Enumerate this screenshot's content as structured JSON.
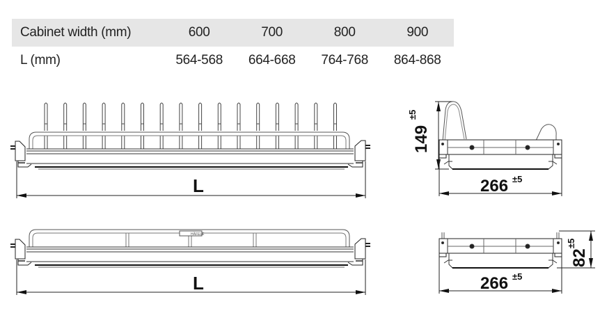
{
  "spec_table": {
    "header": {
      "label": "Cabinet width (mm)",
      "values": [
        "600",
        "700",
        "800",
        "900"
      ]
    },
    "rows": [
      {
        "label": "L (mm)",
        "values": [
          "564-568",
          "664-668",
          "764-768",
          "864-868"
        ]
      }
    ],
    "header_bg": "#e6e6e6"
  },
  "drawings": {
    "plate_rack_front": {
      "dimension_label": "L",
      "tine_count": 16
    },
    "plate_rack_side": {
      "height_value": "149",
      "height_tolerance": "±5",
      "depth_value": "266",
      "depth_tolerance": "±5"
    },
    "tray_front": {
      "dimension_label": "L",
      "logo_text": "HÄFELE"
    },
    "tray_side": {
      "height_value": "82",
      "height_tolerance": "±5",
      "depth_value": "266",
      "depth_tolerance": "±5"
    }
  }
}
